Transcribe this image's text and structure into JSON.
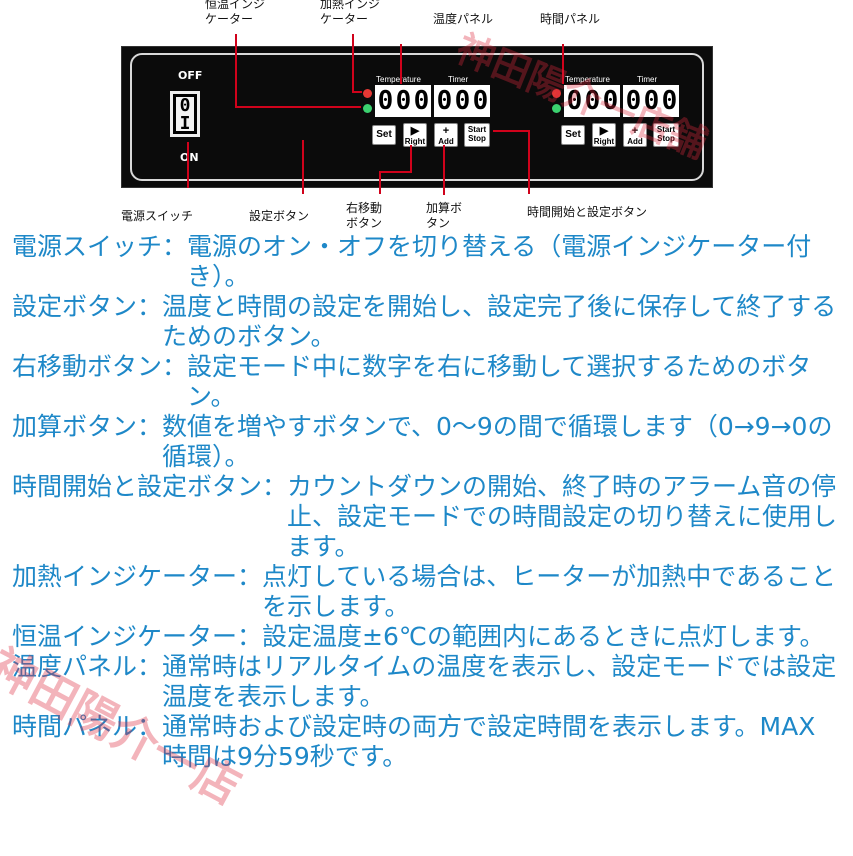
{
  "callouts": {
    "top": [
      {
        "id": "constant_temp_indicator",
        "label": "恒温インジ\nケーター"
      },
      {
        "id": "heating_indicator",
        "label": "加熱インジ\nケーター"
      },
      {
        "id": "temperature_panel",
        "label": "温度パネル"
      },
      {
        "id": "time_panel",
        "label": "時間パネル"
      }
    ],
    "bottom": [
      {
        "id": "power_switch",
        "label": "電源スイッチ"
      },
      {
        "id": "set_button",
        "label": "設定ボタン"
      },
      {
        "id": "right_move_button",
        "label": "右移動\nボタン"
      },
      {
        "id": "add_button",
        "label": "加算ボ\nタン"
      },
      {
        "id": "start_stop_button",
        "label": "時間開始と設定ボタン"
      }
    ]
  },
  "panel": {
    "switch": {
      "off_label": "OFF",
      "on_label": "ON",
      "symbol_top": "0",
      "symbol_bottom": "I"
    },
    "units": [
      {
        "temperature_label": "Temperature",
        "timer_label": "Timer",
        "temperature_digits": [
          "0",
          "0",
          "0"
        ],
        "timer_digits": [
          "0",
          "0",
          "0"
        ],
        "buttons": [
          {
            "id": "set",
            "line1": "Set",
            "line2": ""
          },
          {
            "id": "right",
            "line1": "▶",
            "line2": "Right"
          },
          {
            "id": "add",
            "line1": "+",
            "line2": "Add"
          },
          {
            "id": "startstop",
            "line1": "Start",
            "line2": "Stop"
          }
        ]
      },
      {
        "temperature_label": "Temperature",
        "timer_label": "Timer",
        "temperature_digits": [
          "0",
          "0",
          "0"
        ],
        "timer_digits": [
          "0",
          "0",
          "0"
        ],
        "buttons": [
          {
            "id": "set",
            "line1": "Set",
            "line2": ""
          },
          {
            "id": "right",
            "line1": "▶",
            "line2": "Right"
          },
          {
            "id": "add",
            "line1": "+",
            "line2": "Add"
          },
          {
            "id": "startstop",
            "line1": "Start",
            "line2": "Stop"
          }
        ]
      }
    ]
  },
  "descriptions": [
    {
      "term": "電源スイッチ：",
      "text": "電源のオン・オフを切り替える（電源インジケーター付き）。"
    },
    {
      "term": "設定ボタン：",
      "text": "温度と時間の設定を開始し、設定完了後に保存して終了するためのボタン。"
    },
    {
      "term": "右移動ボタン：",
      "text": "設定モード中に数字を右に移動して選択するためのボタン。"
    },
    {
      "term": "加算ボタン：",
      "text": "数値を増やすボタンで、0〜9の間で循環します（0→9→0の循環）。"
    },
    {
      "term": "時間開始と設定ボタン：",
      "text": "カウントダウンの開始、終了時のアラーム音の停止、設定モードでの時間設定の切り替えに使用します。"
    },
    {
      "term": "加熱インジケーター：",
      "text": "点灯している場合は、ヒーターが加熱中であることを示します。"
    },
    {
      "term": "恒温インジケーター：",
      "text": "設定温度±6℃の範囲内にあるときに点灯します。"
    },
    {
      "term": "温度パネル：",
      "text": "通常時はリアルタイムの温度を表示し、設定モードでは設定温度を表示します。"
    },
    {
      "term": "時間パネル：",
      "text": "通常時および設定時の両方で設定時間を表示します。MAX時間は9分59秒です。"
    }
  ],
  "watermark": {
    "text_top": "神田陽介一店舗",
    "text_left": "神田陽介一店"
  },
  "colors": {
    "description_text": "#1e88c8",
    "leader_line": "#d0021b",
    "led_red": "#e53935",
    "led_green": "#3bd16f"
  }
}
